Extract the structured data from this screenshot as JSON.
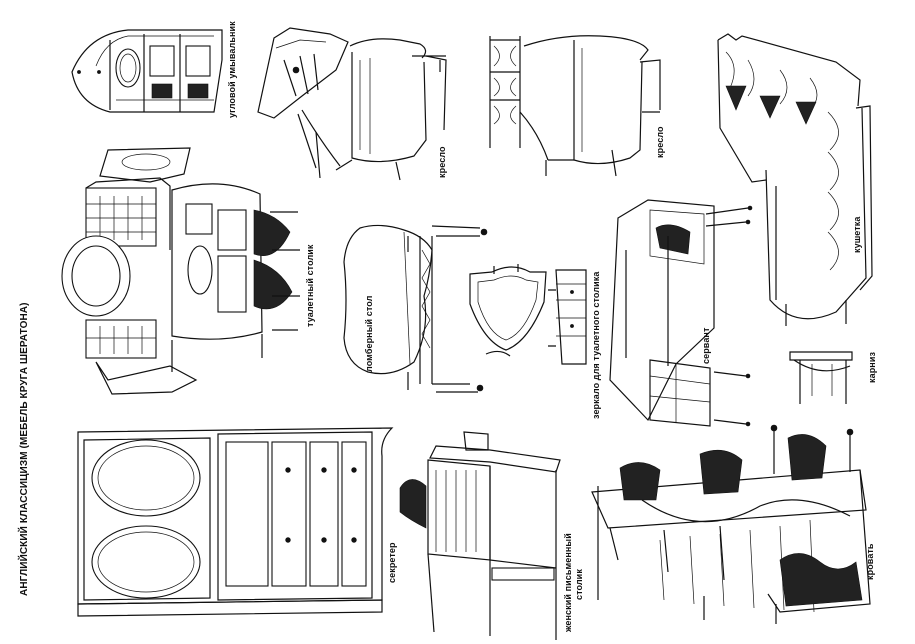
{
  "plate": {
    "title": "АНГЛИЙСКИЙ КЛАССИЦИЗМ (МЕБЕЛЬ КРУГА ШЕРАТОНА)"
  },
  "labels": {
    "corner_washstand": "угловой умывальник",
    "armchair_1": "кресло",
    "armchair_2": "кресло",
    "couch": "кушетка",
    "dressing_table": "туалетный столик",
    "card_table": "ломберный стол",
    "dressing_mirror": "зеркало для туалетного столика",
    "sideboard": "сервант",
    "cornice": "карниз",
    "secretaire": "секретер",
    "writing_table_line1": "женский письменный",
    "writing_table_line2": "столик",
    "bed": "кровать"
  },
  "colors": {
    "ink": "#111111",
    "paper": "#ffffff"
  }
}
